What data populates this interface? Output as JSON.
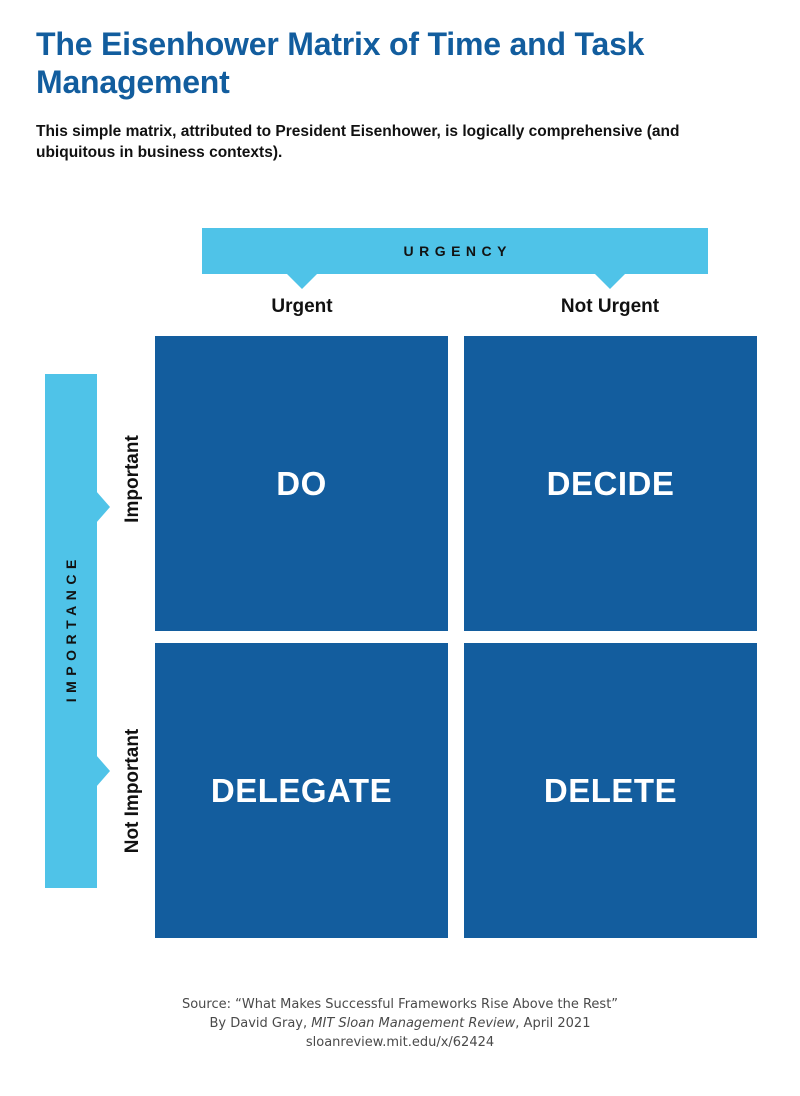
{
  "header": {
    "title": "The Eisenhower Matrix of Time and Task Management",
    "subtitle": "This simple matrix, attributed to President Eisenhower, is logically comprehensive (and ubiquitous in business contexts)."
  },
  "colors": {
    "dark_blue": "#135D9E",
    "light_blue": "#4FC3E8",
    "title_blue": "#125D9E",
    "quadrant_text": "#FFFFFF",
    "axis_text": "#121212",
    "source_text": "#4A4A4A",
    "background": "#FFFFFF"
  },
  "chart_data": {
    "type": "table",
    "title": "The Eisenhower Matrix of Time and Task Management",
    "subtitle": "This simple matrix, attributed to President Eisenhower, is logically comprehensive (and ubiquitous in business contexts).",
    "xlabel": "URGENCY",
    "ylabel": "IMPORTANCE",
    "categories": [
      "Urgent",
      "Not Urgent"
    ],
    "rows": [
      "Important",
      "Not Important"
    ],
    "cells": [
      [
        "DO",
        "DECIDE"
      ],
      [
        "DELEGATE",
        "DELETE"
      ]
    ],
    "grid": false,
    "legend": "none"
  },
  "axes": {
    "urgency": {
      "band_label": "URGENCY",
      "columns": [
        {
          "label": "Urgent"
        },
        {
          "label": "Not Urgent"
        }
      ]
    },
    "importance": {
      "band_label": "IMPORTANCE",
      "rows": [
        {
          "label": "Important"
        },
        {
          "label": "Not Important"
        }
      ]
    }
  },
  "quadrants": [
    {
      "id": "do",
      "label": "DO",
      "urgency": "Urgent",
      "importance": "Important"
    },
    {
      "id": "decide",
      "label": "DECIDE",
      "urgency": "Not Urgent",
      "importance": "Important"
    },
    {
      "id": "delegate",
      "label": "DELEGATE",
      "urgency": "Urgent",
      "importance": "Not Important"
    },
    {
      "id": "delete",
      "label": "DELETE",
      "urgency": "Not Urgent",
      "importance": "Not Important"
    }
  ],
  "source": {
    "line1": "Source: “What Makes Successful Frameworks Rise Above the Rest”",
    "line2_prefix": "By David Gray, ",
    "line2_italic": "MIT Sloan Management Review",
    "line2_suffix": ", April 2021",
    "line3": "sloanreview.mit.edu/x/62424"
  }
}
